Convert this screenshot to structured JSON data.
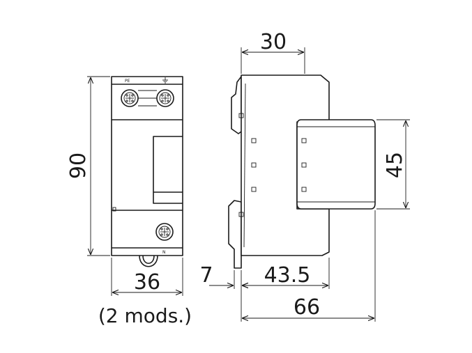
{
  "front_view": {
    "terminal_top_label": "PE",
    "terminal_bottom_label": "N",
    "ground_symbol": "earth-ground-icon"
  },
  "dimensions": {
    "height": "90",
    "width": "36",
    "modules_note": "(2 mods.)",
    "top_width": "30",
    "cover_height": "45",
    "rail_offset": "7",
    "depth_partial": "43.5",
    "depth_total": "66"
  },
  "colors": {
    "line": "#1a1a1a",
    "background": "#ffffff"
  }
}
